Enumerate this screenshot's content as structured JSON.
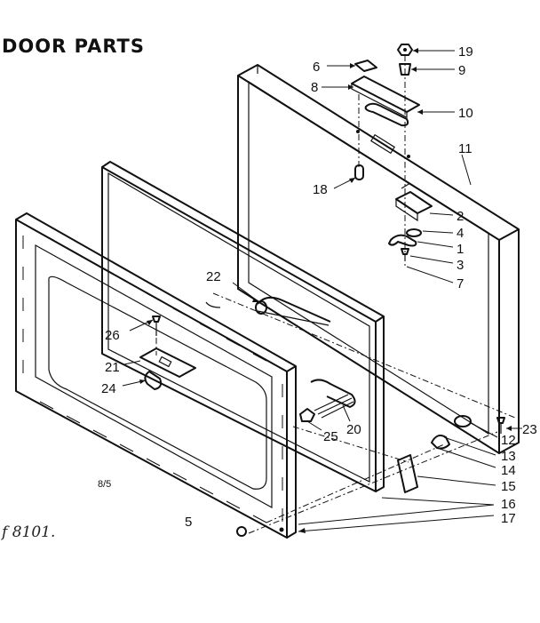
{
  "title": "DOOR PARTS",
  "page_code": "8/5",
  "handwritten_note": "f 8101.",
  "callouts": [
    {
      "id": "c19",
      "label": "19"
    },
    {
      "id": "c6",
      "label": "6"
    },
    {
      "id": "c9",
      "label": "9"
    },
    {
      "id": "c8",
      "label": "8"
    },
    {
      "id": "c10",
      "label": "10"
    },
    {
      "id": "c11",
      "label": "11"
    },
    {
      "id": "c18",
      "label": "18"
    },
    {
      "id": "c2",
      "label": "2"
    },
    {
      "id": "c4",
      "label": "4"
    },
    {
      "id": "c1",
      "label": "1"
    },
    {
      "id": "c3",
      "label": "3"
    },
    {
      "id": "c7",
      "label": "7"
    },
    {
      "id": "c22",
      "label": "22"
    },
    {
      "id": "c26",
      "label": "26"
    },
    {
      "id": "c21",
      "label": "21"
    },
    {
      "id": "c24",
      "label": "24"
    },
    {
      "id": "c25",
      "label": "25"
    },
    {
      "id": "c20",
      "label": "20"
    },
    {
      "id": "c23",
      "label": "23"
    },
    {
      "id": "c12",
      "label": "12"
    },
    {
      "id": "c13",
      "label": "13"
    },
    {
      "id": "c14",
      "label": "14"
    },
    {
      "id": "c15",
      "label": "15"
    },
    {
      "id": "c16",
      "label": "16"
    },
    {
      "id": "c5",
      "label": "5"
    },
    {
      "id": "c17",
      "label": "17"
    }
  ]
}
